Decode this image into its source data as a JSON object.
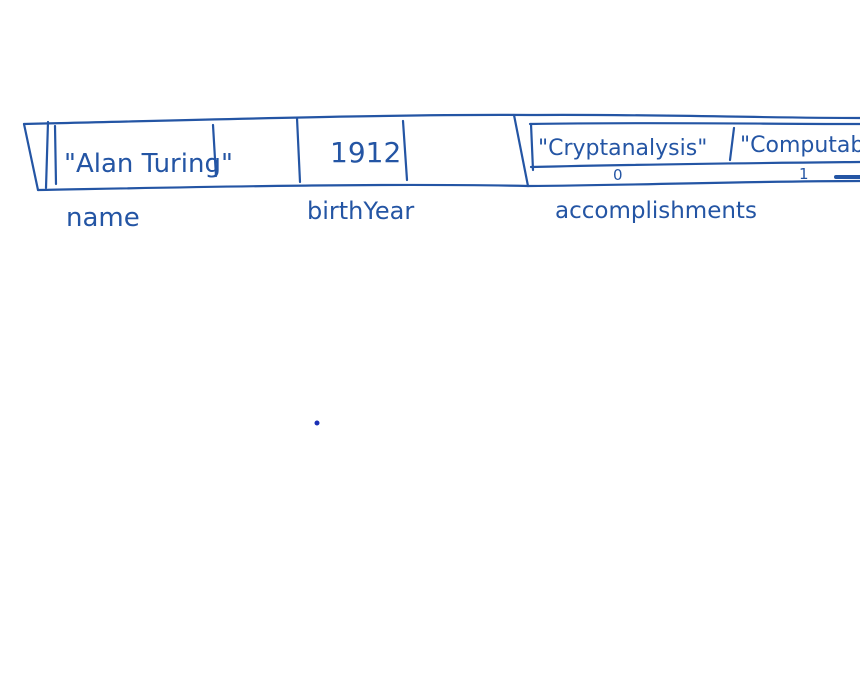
{
  "diagram": {
    "ink_color": "#2455a4",
    "fields": [
      {
        "value": "\"Alan Turing\"",
        "label": "name"
      },
      {
        "value": "1912",
        "label": "birthYear"
      },
      {
        "value": "",
        "label": "accomplishments"
      }
    ],
    "accomplishments": {
      "items": [
        "\"Cryptanalysis\"",
        "\"Computab"
      ],
      "indices": [
        "0",
        "1"
      ]
    }
  }
}
